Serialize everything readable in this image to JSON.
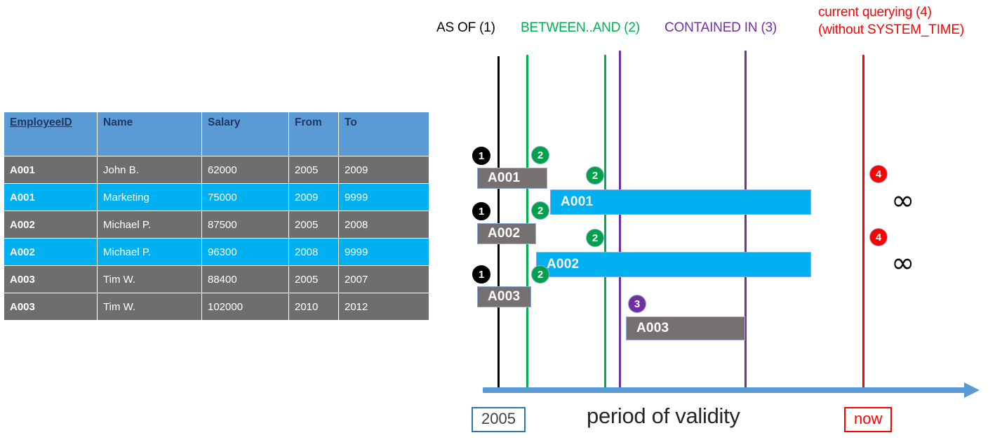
{
  "table": {
    "headers": [
      "EmployeeID",
      "Name",
      "Salary",
      "From",
      "To"
    ],
    "rows": [
      {
        "style": "gray",
        "cells": [
          "A001",
          "John  B.",
          "62000",
          "2005",
          "2009"
        ]
      },
      {
        "style": "cyan",
        "cells": [
          "A001",
          "Marketing",
          "75000",
          "2009",
          "9999"
        ]
      },
      {
        "style": "gray",
        "cells": [
          "A002",
          "Michael P.",
          "87500",
          "2005",
          "2008"
        ]
      },
      {
        "style": "cyan",
        "cells": [
          "A002",
          "Michael P.",
          "96300",
          "2008",
          "9999"
        ]
      },
      {
        "style": "gray",
        "cells": [
          "A003",
          "Tim W.",
          "88400",
          "2005",
          "2007"
        ]
      },
      {
        "style": "gray",
        "cells": [
          "A003",
          "Tim W.",
          "102000",
          "2010",
          "2012"
        ]
      }
    ]
  },
  "legend": {
    "as_of": "AS OF (1)",
    "between_and": "BETWEEN..AND (2)",
    "contained_in": "CONTAINED IN (3)",
    "current_querying_line1": "current querying (4)",
    "current_querying_line2": "(without SYSTEM_TIME)"
  },
  "colors": {
    "as_of_line": "#000000",
    "between_line": "#00B050",
    "contained_line": "#7030A0",
    "now_line": "#FF0000",
    "axis": "#5B9BD5",
    "bar_gray": "#767171",
    "bar_cyan": "#00B0F0",
    "table_header": "#5B9BD5"
  },
  "timeline": {
    "bars": [
      {
        "label": "A001",
        "style": "gray"
      },
      {
        "label": "A001",
        "style": "cyan"
      },
      {
        "label": "A002",
        "style": "gray"
      },
      {
        "label": "A002",
        "style": "cyan"
      },
      {
        "label": "A003",
        "style": "gray"
      },
      {
        "label": "A003",
        "style": "gray"
      }
    ],
    "badges": [
      "1",
      "2",
      "2",
      "1",
      "2",
      "2",
      "1",
      "2",
      "3",
      "4",
      "4"
    ],
    "infinity_symbol": "∞",
    "axis_start_label": "2005",
    "axis_end_label": "now",
    "axis_title": "period of validity"
  }
}
